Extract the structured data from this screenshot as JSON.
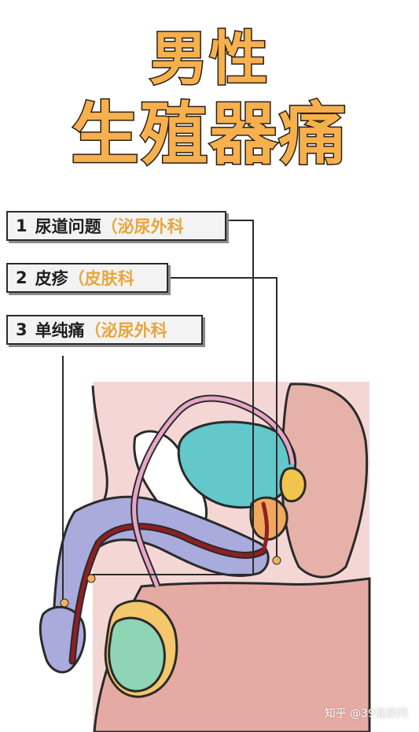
{
  "title": {
    "line1": "男性",
    "line2": "生殖器痛"
  },
  "labels": [
    {
      "num": "1",
      "text": "尿道问题",
      "paren": "（",
      "dept": "泌尿外科"
    },
    {
      "num": "2",
      "text": "皮疹",
      "paren": "（",
      "dept": "皮肤科"
    },
    {
      "num": "3",
      "text": "单纯痛",
      "paren": "（",
      "dept": "泌尿外科"
    }
  ],
  "watermark": "知乎 @39健康网",
  "colors": {
    "title_fill": "#f6b04e",
    "title_stroke": "#2a1f14",
    "dept_text": "#e8a53d",
    "skin_pink": "#f4d7d5",
    "body_rose": "#e8b4ae",
    "bladder_teal": "#62c8c9",
    "urethra_purple": "#a9abdc",
    "urethra_dark": "#8e1f22",
    "vas_pink": "#e8a6c8",
    "testis_green": "#8fd4b4",
    "marker_orange": "#f1b45a"
  }
}
